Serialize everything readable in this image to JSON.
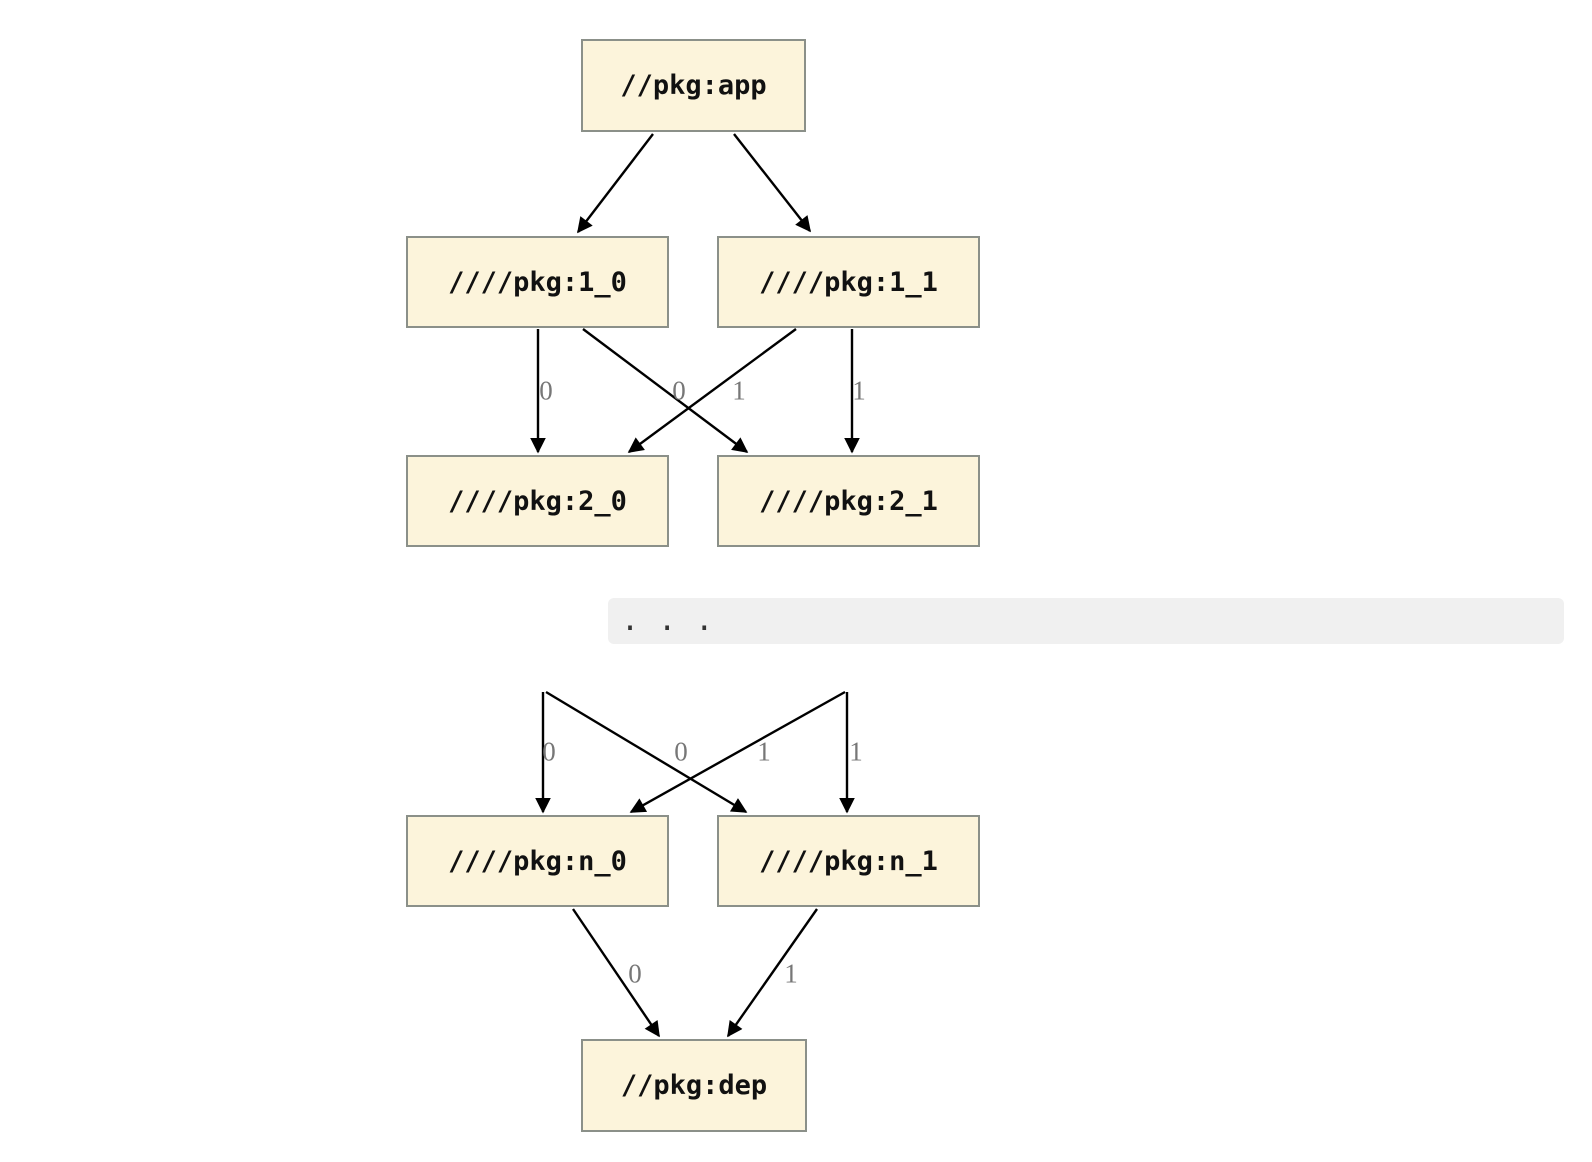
{
  "graph": {
    "nodes": [
      {
        "id": "app",
        "label": "//pkg:app"
      },
      {
        "id": "pkg1_0",
        "label": "////pkg:1_0"
      },
      {
        "id": "pkg1_1",
        "label": "////pkg:1_1"
      },
      {
        "id": "pkg2_0",
        "label": "////pkg:2_0"
      },
      {
        "id": "pkg2_1",
        "label": "////pkg:2_1"
      },
      {
        "id": "pkgn_0",
        "label": "////pkg:n_0"
      },
      {
        "id": "pkgn_1",
        "label": "////pkg:n_1"
      },
      {
        "id": "dep",
        "label": "//pkg:dep"
      }
    ],
    "edges": [
      {
        "from": "//pkg:app",
        "to": "////pkg:1_0",
        "label": ""
      },
      {
        "from": "//pkg:app",
        "to": "////pkg:1_1",
        "label": ""
      },
      {
        "from": "////pkg:1_0",
        "to": "////pkg:2_0",
        "label": "0"
      },
      {
        "from": "////pkg:1_0",
        "to": "////pkg:2_1",
        "label": "1"
      },
      {
        "from": "////pkg:1_1",
        "to": "////pkg:2_0",
        "label": "0"
      },
      {
        "from": "////pkg:1_1",
        "to": "////pkg:2_1",
        "label": "1"
      },
      {
        "from": "...",
        "to": "////pkg:n_0",
        "label": "0"
      },
      {
        "from": "...",
        "to": "////pkg:n_1",
        "label": "1"
      },
      {
        "from": "...",
        "to": "////pkg:n_0",
        "label": "0"
      },
      {
        "from": "...",
        "to": "////pkg:n_1",
        "label": "1"
      },
      {
        "from": "////pkg:n_0",
        "to": "//pkg:dep",
        "label": "0"
      },
      {
        "from": "////pkg:n_1",
        "to": "//pkg:dep",
        "label": "1"
      }
    ],
    "ellipsis": ". . .",
    "colors": {
      "node_fill": "#FCF4DB",
      "node_border": "#8B9089",
      "edge": "#000000",
      "edge_label": "#777777",
      "ellipsis_band": "#F0F0F0"
    }
  }
}
